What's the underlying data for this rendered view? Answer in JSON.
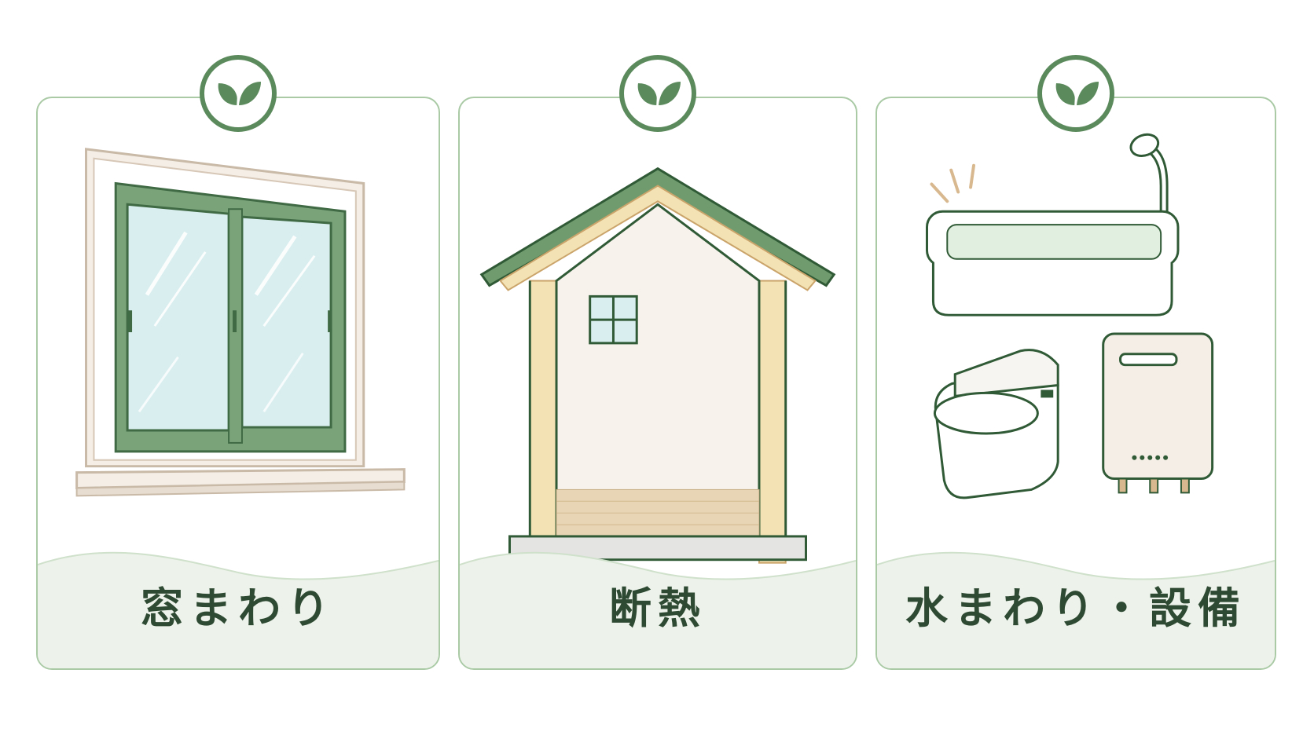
{
  "colors": {
    "accent": "#5b8a5c",
    "card_border": "#aacaa6",
    "wave_fill": "#edf3ea",
    "label_text": "#2f4a33",
    "insulation": "#f3e2b4",
    "wood_floor": "#e8d5b5"
  },
  "cards": [
    {
      "label": "窓まわり",
      "icon": "window-icon",
      "badge_icon": "leaf-icon"
    },
    {
      "label": "断熱",
      "icon": "insulated-house-icon",
      "badge_icon": "leaf-icon"
    },
    {
      "label": "水まわり・設備",
      "icon": "bathroom-equipment-icon",
      "badge_icon": "leaf-icon"
    }
  ]
}
